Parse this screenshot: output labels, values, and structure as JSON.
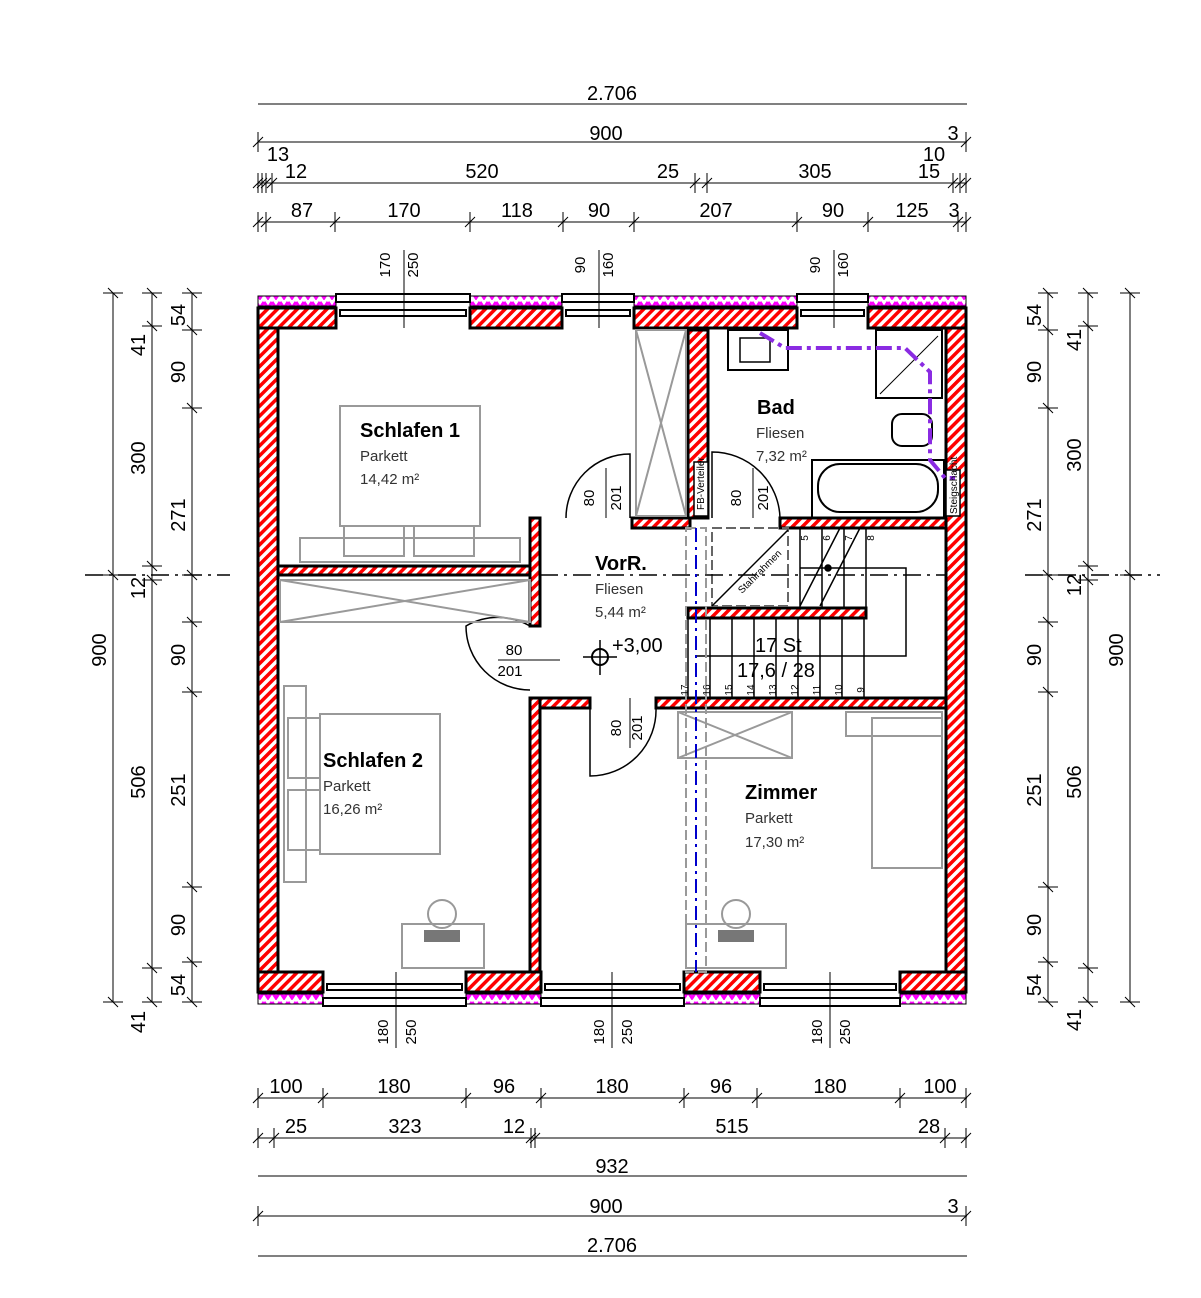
{
  "colors": {
    "wall_hatch": "#ff0000",
    "insulation": "#ff00ff",
    "pipe": "#8a2be2",
    "axis_blue": "#0000cc"
  },
  "rooms": [
    {
      "name": "Schlafen 1",
      "floor": "Parkett",
      "area": "14,42 m²"
    },
    {
      "name": "Bad",
      "floor": "Fliesen",
      "area": "7,32 m²"
    },
    {
      "name": "VorR.",
      "floor": "Fliesen",
      "area": "5,44 m²"
    },
    {
      "name": "Schlafen 2",
      "floor": "Parkett",
      "area": "16,26 m²"
    },
    {
      "name": "Zimmer",
      "floor": "Parkett",
      "area": "17,30 m²"
    }
  ],
  "level": "+3,00",
  "stair": {
    "count": "17 St",
    "ratio": "17,6 / 28",
    "steps_top": [
      "5",
      "6",
      "7",
      "8"
    ],
    "steps_bottom": [
      "17",
      "16",
      "15",
      "14",
      "13",
      "12",
      "11",
      "10",
      "9"
    ]
  },
  "labels": {
    "distributor": "FB-Verteiler",
    "shaft": "Steigschacht",
    "frame": "Stahlrahmen"
  },
  "doors": [
    {
      "w": "80",
      "h": "201"
    },
    {
      "w": "80",
      "h": "201"
    },
    {
      "w": "80",
      "h": "201"
    },
    {
      "w": "80",
      "h": "201"
    }
  ],
  "windows_top": [
    {
      "w": "170",
      "h": "250"
    },
    {
      "w": "90",
      "h": "160"
    },
    {
      "w": "90",
      "h": "160"
    }
  ],
  "windows_bottom": [
    {
      "w": "180",
      "h": "250"
    },
    {
      "w": "180",
      "h": "250"
    },
    {
      "w": "180",
      "h": "250"
    }
  ],
  "dimensions": {
    "top_1": [
      "2.706"
    ],
    "top_2": [
      "900",
      "13",
      "10",
      "3"
    ],
    "top_3": [
      "12",
      "520",
      "25",
      "305",
      "15"
    ],
    "top_4": [
      "87",
      "170",
      "118",
      "90",
      "207",
      "90",
      "125",
      "3"
    ],
    "bottom_1": [
      "100",
      "180",
      "96",
      "180",
      "96",
      "180",
      "100"
    ],
    "bottom_2": [
      "25",
      "323",
      "12",
      "515",
      "28"
    ],
    "bottom_3": [
      "932"
    ],
    "bottom_4": [
      "900",
      "3"
    ],
    "bottom_5": [
      "2.706"
    ],
    "left_1": [
      "900"
    ],
    "left_2": [
      "41",
      "300",
      "12",
      "506",
      "41"
    ],
    "left_3": [
      "54",
      "90",
      "271",
      "90",
      "251",
      "90",
      "54"
    ],
    "right_1": [
      "54",
      "90",
      "271",
      "90",
      "251",
      "90",
      "54"
    ],
    "right_2": [
      "41",
      "300",
      "12",
      "506",
      "41"
    ],
    "right_3": [
      "900"
    ]
  }
}
